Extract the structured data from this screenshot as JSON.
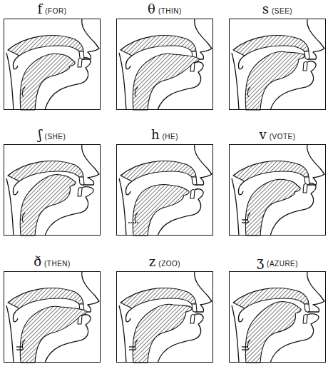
{
  "diagram": {
    "nodes": [
      {
        "text": [
          "f",
          "(FOR)"
        ]
      },
      {
        "text": [
          "θ",
          "(THIN)"
        ]
      },
      {
        "text": [
          "s",
          "(SEE)"
        ]
      },
      {
        "text": [
          "ʃ",
          "(SHE)"
        ]
      },
      {
        "text": [
          "h",
          "(HE)"
        ]
      },
      {
        "text": [
          "v",
          "(VOTE)"
        ]
      },
      {
        "text": [
          "ð",
          "(THEN)"
        ]
      },
      {
        "text": [
          "z",
          "(ZOO)"
        ]
      },
      {
        "text": [
          "ʒ",
          "(AZURE)"
        ]
      }
    ]
  }
}
